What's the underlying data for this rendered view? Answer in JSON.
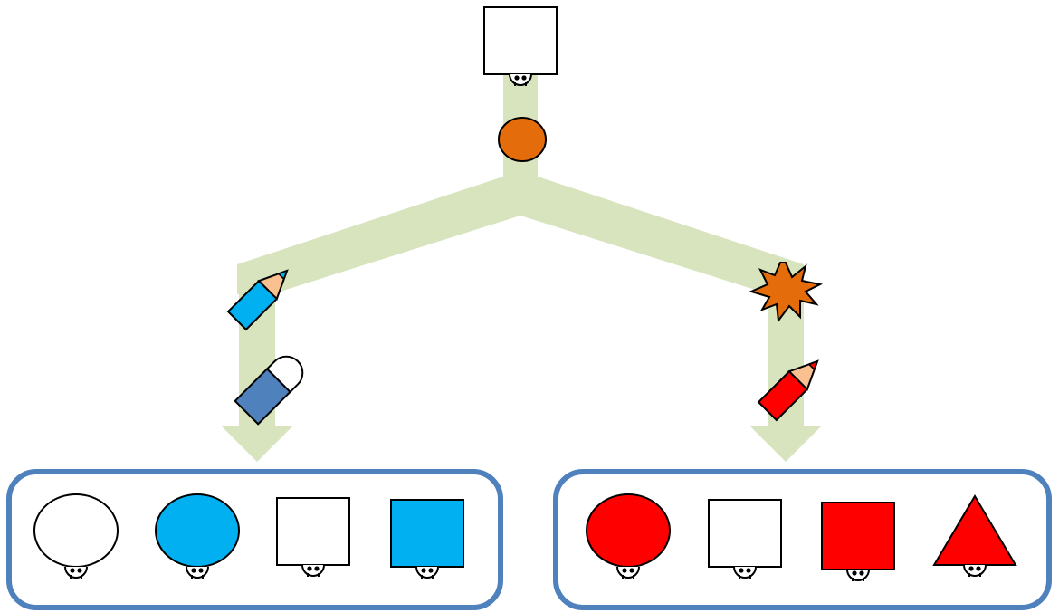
{
  "colors": {
    "path": "#d7e4bd",
    "box_border": "#4f81bd",
    "orange": "#e46c0a",
    "blue": "#00b0f0",
    "steel_blue": "#4f81bd",
    "red": "#ff0000",
    "skin": "#fac090",
    "outline": "#000000",
    "white": "#ffffff"
  },
  "diagram": {
    "source_shape": {
      "shape": "square",
      "fill": "white",
      "has_face": true
    },
    "trunk_tool": {
      "icon": "orange-ball-icon"
    },
    "left_branch": {
      "tools": [
        "blue-pencil-icon",
        "eraser-icon"
      ],
      "results": [
        {
          "shape": "circle",
          "fill": "white"
        },
        {
          "shape": "circle",
          "fill": "blue"
        },
        {
          "shape": "square",
          "fill": "white"
        },
        {
          "shape": "square",
          "fill": "blue"
        }
      ]
    },
    "right_branch": {
      "tools": [
        "explosion-icon",
        "red-pencil-icon"
      ],
      "results": [
        {
          "shape": "circle",
          "fill": "red"
        },
        {
          "shape": "square",
          "fill": "white"
        },
        {
          "shape": "square",
          "fill": "red"
        },
        {
          "shape": "triangle",
          "fill": "red"
        }
      ]
    }
  }
}
